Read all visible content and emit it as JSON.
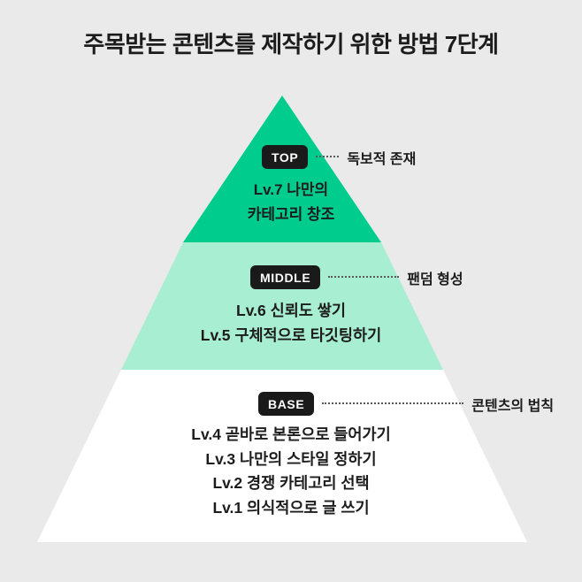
{
  "title": "주목받는 콘텐츠를 제작하기 위한 방법 7단계",
  "colors": {
    "background": "#eaeaea",
    "top_tier": "#00cc8e",
    "middle_tier": "#a8eed2",
    "base_tier": "#ffffff",
    "badge_background": "#1a1a1a",
    "badge_text": "#ffffff",
    "text": "#1c1c1c",
    "dot_line": "#5a5a5a"
  },
  "tiers": [
    {
      "id": "top",
      "badge": "TOP",
      "callout_label": "독보적 존재",
      "lines": [
        "Lv.7 나만의",
        "카테고리 창조"
      ],
      "levels": [
        7
      ]
    },
    {
      "id": "middle",
      "badge": "MIDDLE",
      "callout_label": "팬덤 형성",
      "lines": [
        "Lv.6 신뢰도 쌓기",
        "Lv.5 구체적으로 타깃팅하기"
      ],
      "levels": [
        6,
        5
      ]
    },
    {
      "id": "base",
      "badge": "BASE",
      "callout_label": "콘텐츠의 법칙",
      "lines": [
        "Lv.4 곧바로 본론으로 들어가기",
        "Lv.3 나만의 스타일 정하기",
        "Lv.2 경쟁 카테고리 선택",
        "Lv.1 의식적으로 글 쓰기"
      ],
      "levels": [
        4,
        3,
        2,
        1
      ]
    }
  ]
}
